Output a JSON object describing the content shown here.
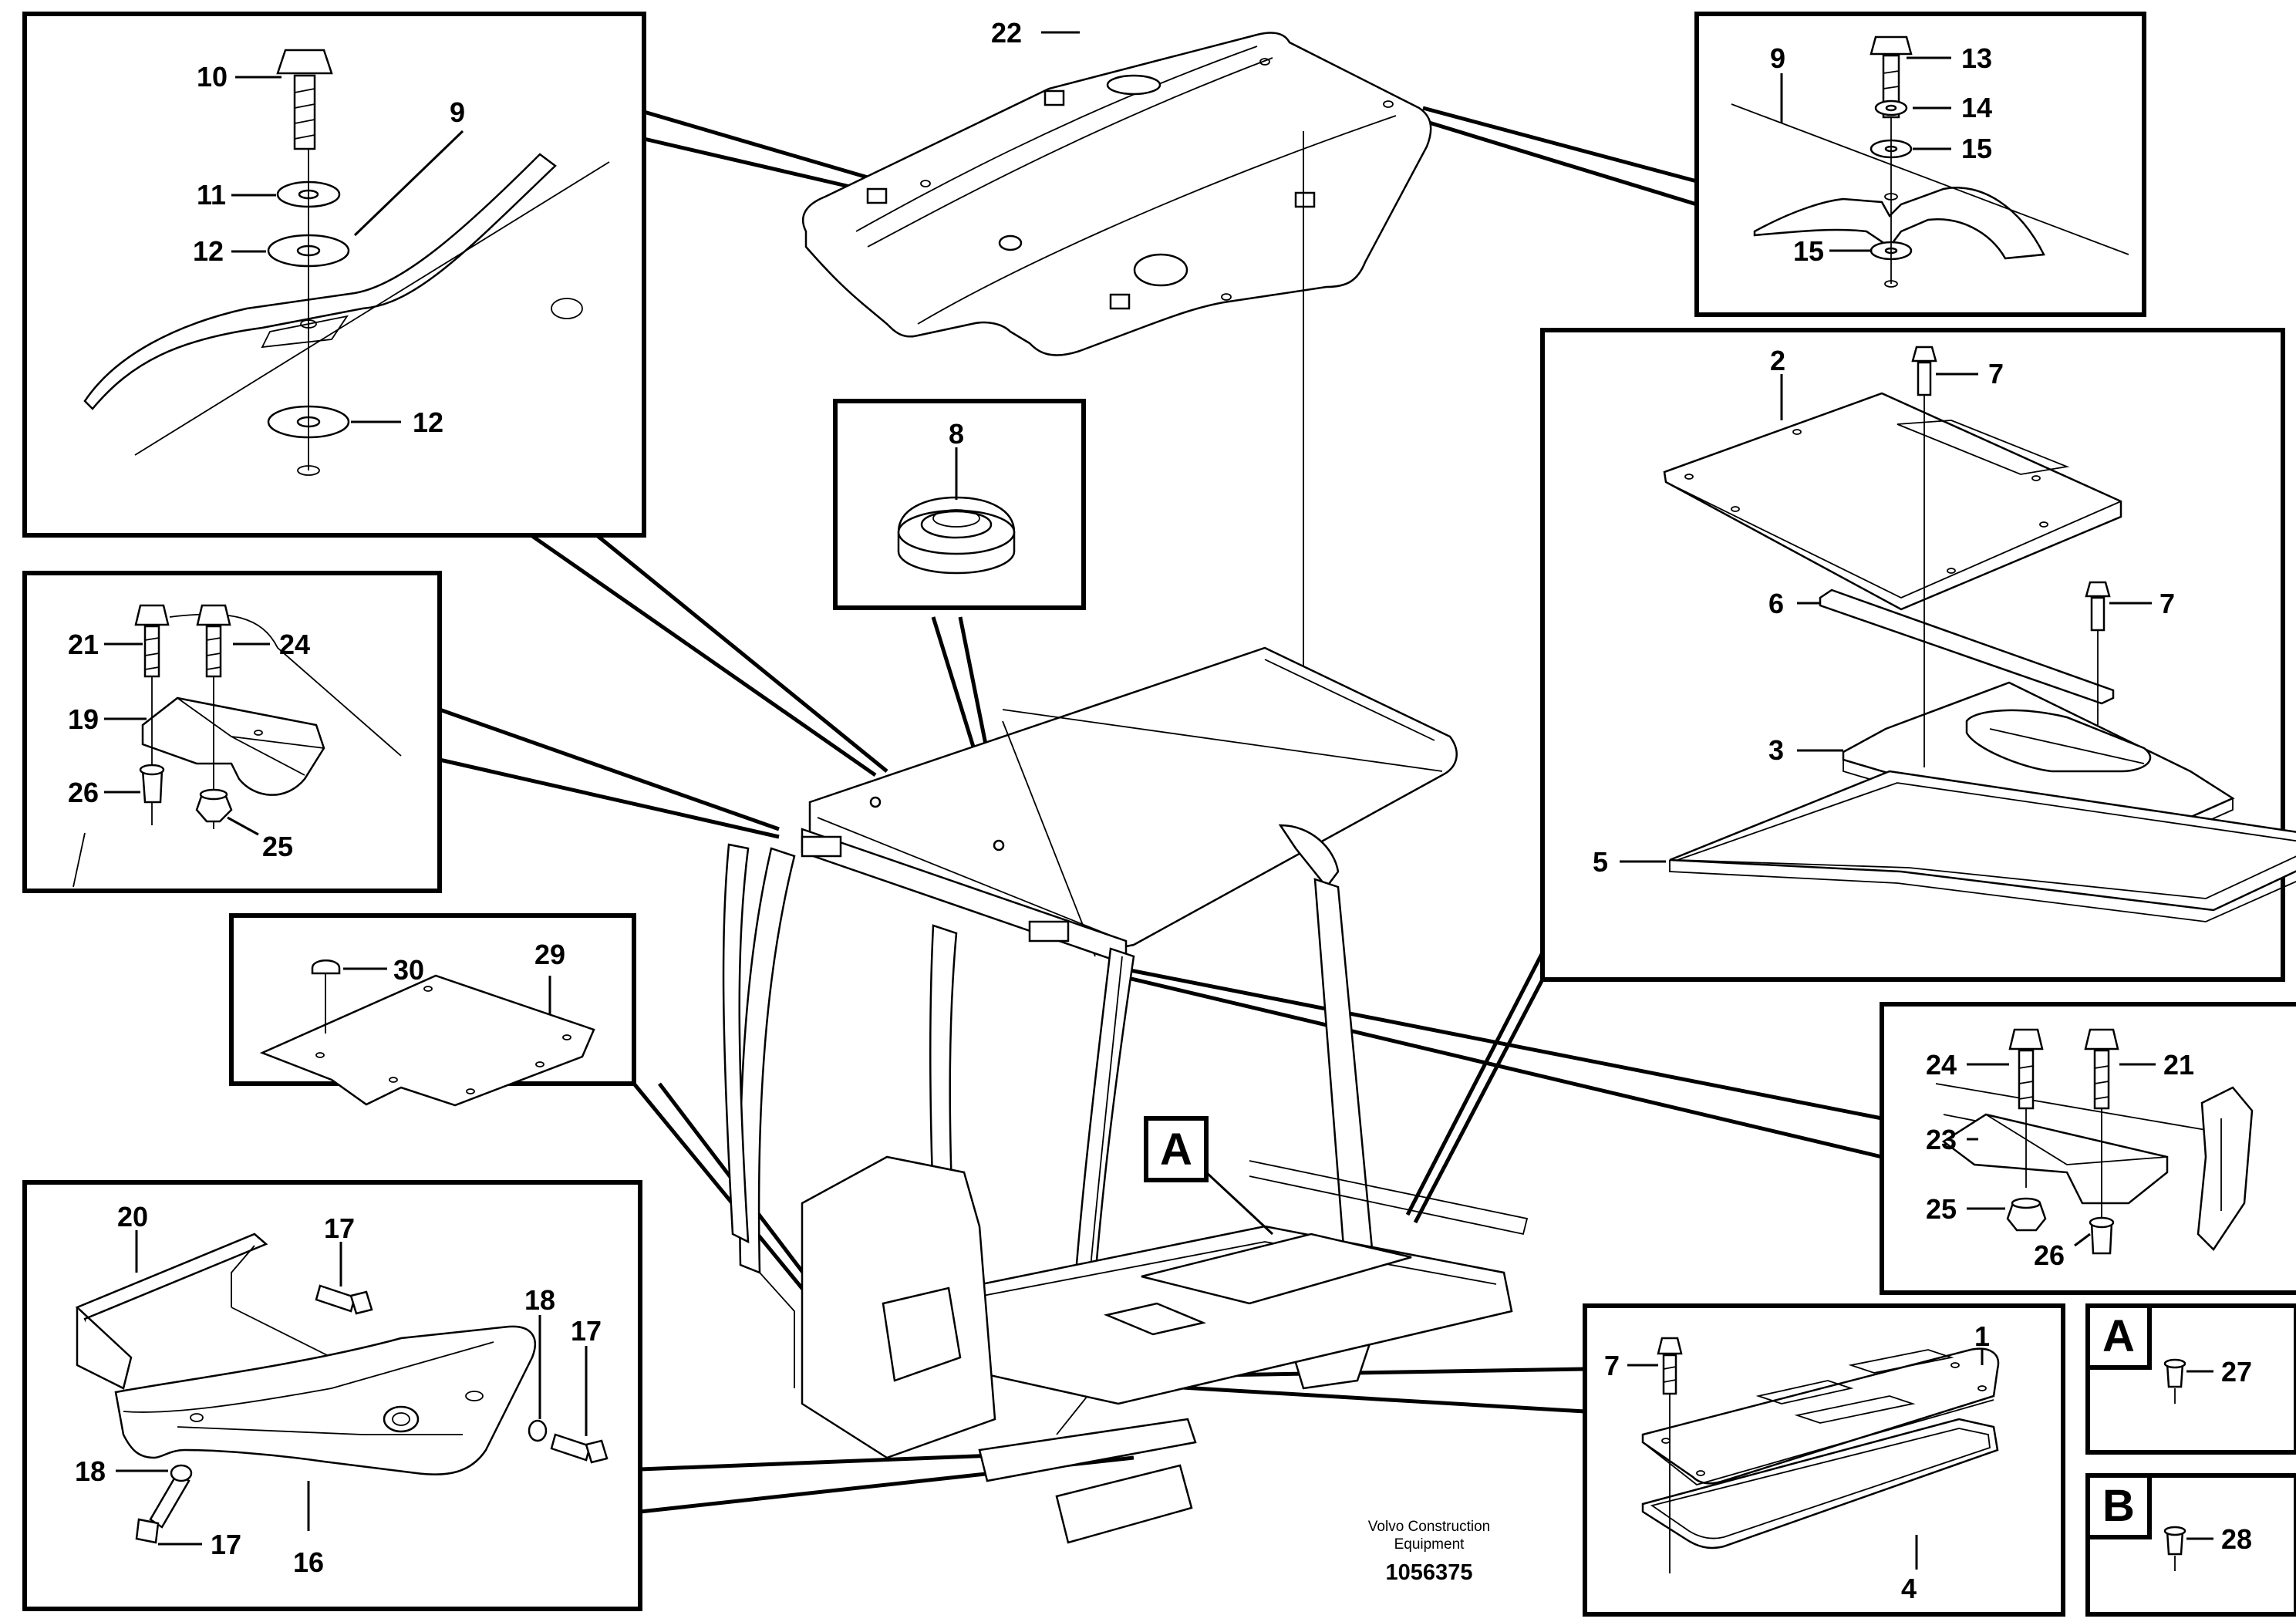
{
  "labels": {
    "p1": "1",
    "p2": "2",
    "p3": "3",
    "p4": "4",
    "p5": "5",
    "p6": "6",
    "p7a": "7",
    "p7b": "7",
    "p7c": "7",
    "p8": "8",
    "p9a": "9",
    "p9b": "9",
    "p10": "10",
    "p11": "11",
    "p12a": "12",
    "p12b": "12",
    "p13": "13",
    "p14": "14",
    "p15a": "15",
    "p15b": "15",
    "p16": "16",
    "p17a": "17",
    "p17b": "17",
    "p17c": "17",
    "p18a": "18",
    "p18b": "18",
    "p19": "19",
    "p20": "20",
    "p21a": "21",
    "p21b": "21",
    "p22": "22",
    "p23": "23",
    "p24a": "24",
    "p24b": "24",
    "p25a": "25",
    "p25b": "25",
    "p26a": "26",
    "p26b": "26",
    "p27": "27",
    "p28": "28",
    "p29": "29",
    "p30": "30"
  },
  "detail_markers": {
    "a_main": "A",
    "a_box": "A",
    "b_box": "B"
  },
  "footer": {
    "company_line1": "Volvo Construction",
    "company_line2": "Equipment",
    "figure_number": "1056375"
  }
}
